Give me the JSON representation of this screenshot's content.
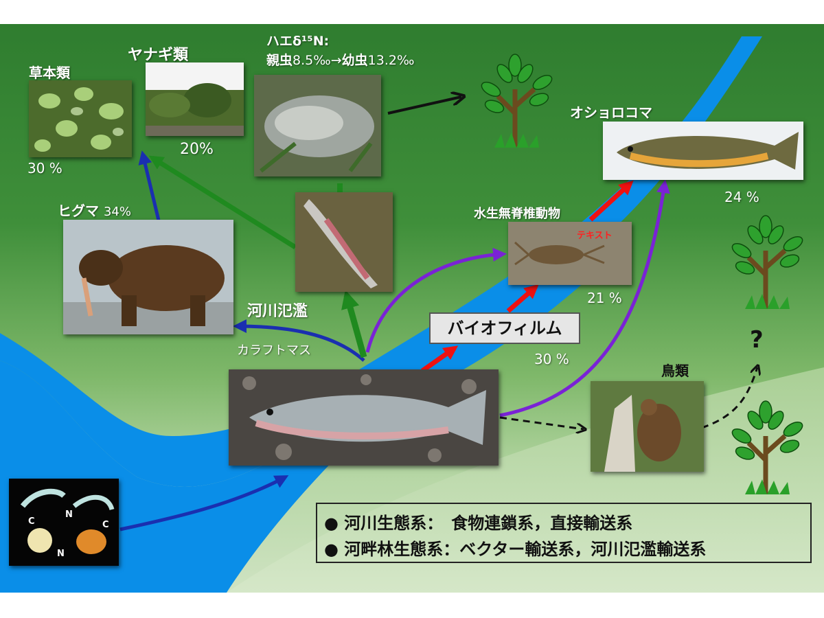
{
  "labels": {
    "grass": "草本類",
    "grass_pct": "30 %",
    "willow": "ヤナギ類",
    "willow_pct": "20%",
    "fly_line1": "ハエδ¹⁵N:",
    "fly_line2_a": "親虫",
    "fly_line2_b": "8.5‰→",
    "fly_line2_c": "幼虫",
    "fly_line2_d": "13.2‰",
    "bear": "ヒグマ",
    "bear_pct": "34%",
    "charr": "オショロコマ",
    "charr_pct": "24 %",
    "invertebrates": "水生無脊椎動物",
    "invertebrates_pct": "21 %",
    "red_note": "テキスト",
    "flood": "河川氾濫",
    "salmon": "カラフトマス",
    "biofilm": "バイオフィルム",
    "biofilm_pct": "30 %",
    "birds": "鳥類",
    "question": "?",
    "nutrient_c1": "C",
    "nutrient_n1": "N",
    "nutrient_c2": "C",
    "nutrient_n2": "N"
  },
  "legend": {
    "line1": "● 河川生態系：　食物連鎖系，直接輸送系",
    "line2": "● 河畔林生態系：ベクター輸送系，河川氾濫輸送系"
  },
  "colors": {
    "river": "#0a8ee8",
    "arrow_blue": "#1a2fb0",
    "arrow_green": "#1f8a1f",
    "arrow_purple": "#7a22d6",
    "arrow_red": "#ee1111",
    "arrow_black": "#111111"
  }
}
